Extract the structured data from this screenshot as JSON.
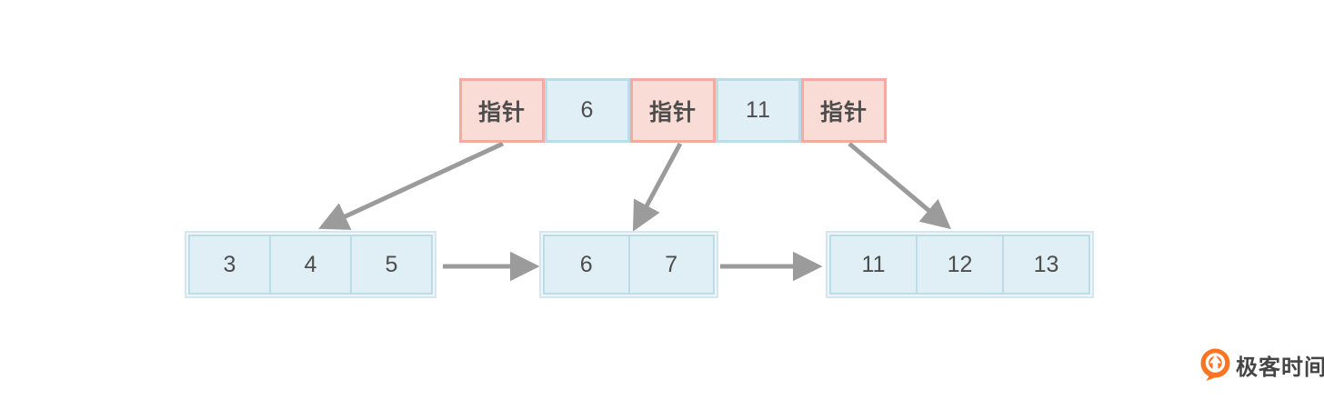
{
  "diagram": {
    "title_semantic": "B+ tree index node with pointers to linked leaf nodes",
    "index_row": {
      "cells": [
        {
          "label": "指针",
          "type": "pointer"
        },
        {
          "label": "6",
          "type": "key"
        },
        {
          "label": "指针",
          "type": "pointer"
        },
        {
          "label": "11",
          "type": "key"
        },
        {
          "label": "指针",
          "type": "pointer"
        }
      ]
    },
    "leaf_nodes": [
      {
        "cells": [
          "3",
          "4",
          "5"
        ]
      },
      {
        "cells": [
          "6",
          "7"
        ]
      },
      {
        "cells": [
          "11",
          "12",
          "13"
        ]
      }
    ],
    "arrows": [
      {
        "from": "pointer-1",
        "to": "leaf-1"
      },
      {
        "from": "pointer-2",
        "to": "leaf-2"
      },
      {
        "from": "pointer-3",
        "to": "leaf-3"
      },
      {
        "from": "leaf-1",
        "to": "leaf-2"
      },
      {
        "from": "leaf-2",
        "to": "leaf-3"
      }
    ],
    "colors": {
      "pointer_fill": "#fadcd6",
      "pointer_border": "#f2aba0",
      "key_fill": "#e0eef5",
      "key_border": "#bcdcea",
      "leaf_outer_border": "#d4e7f0",
      "arrow": "#9b9b9b",
      "text": "#4d4d4d",
      "logo_orange": "#fb7323"
    }
  },
  "logo": {
    "text": "极客时间"
  }
}
